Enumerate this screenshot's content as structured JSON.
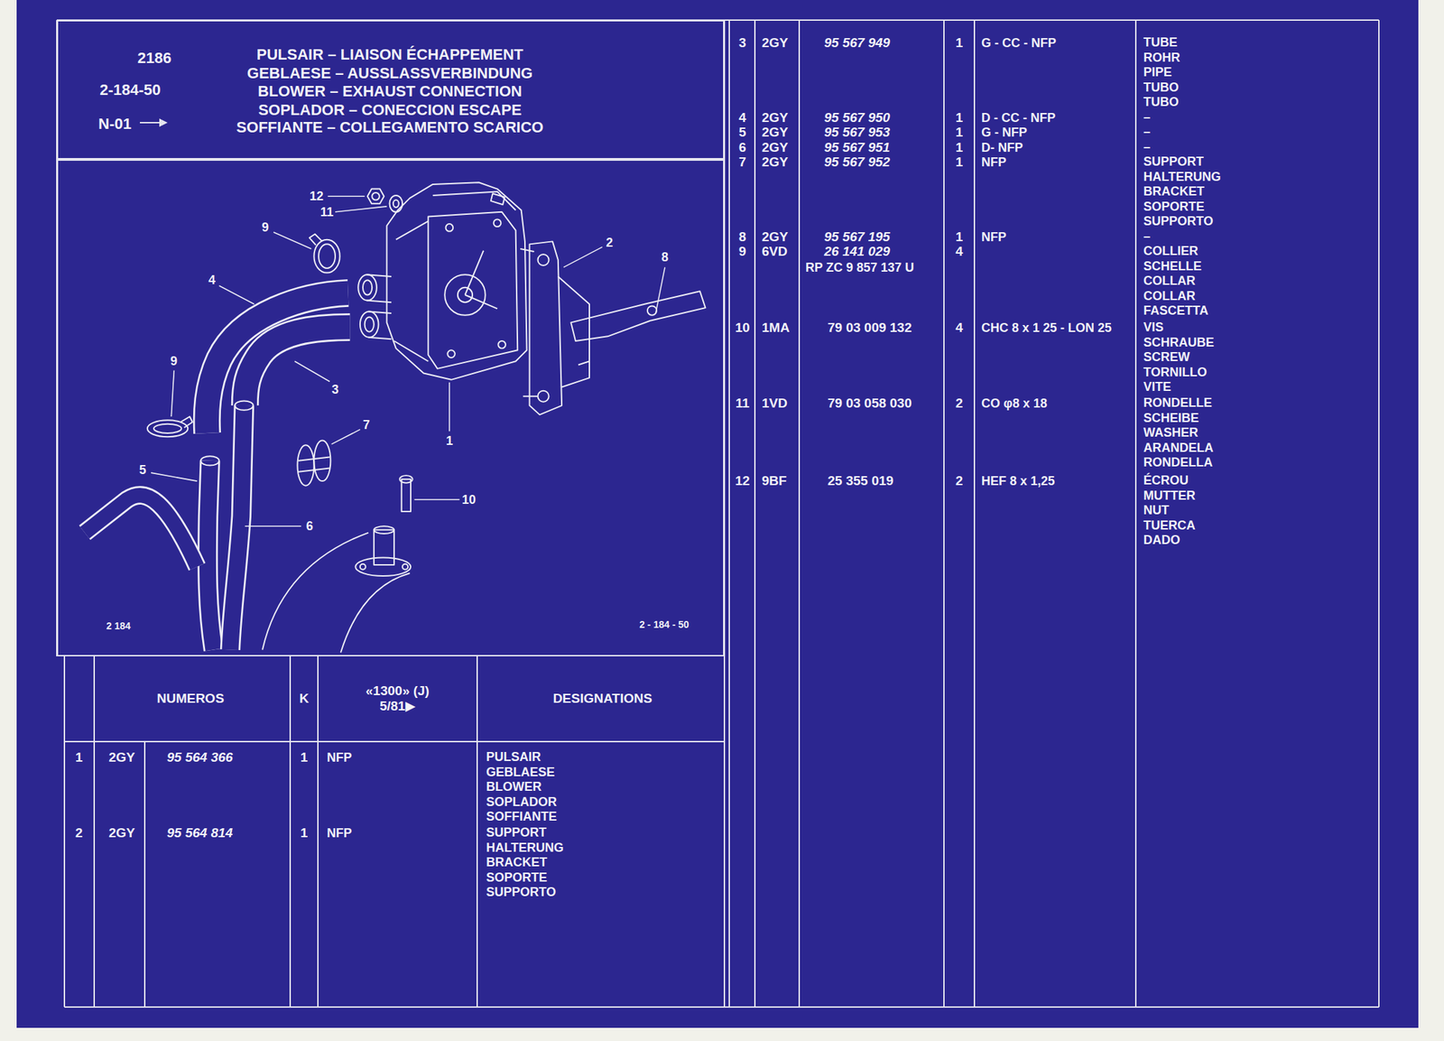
{
  "diagram": {
    "nodes": [
      {
        "text": [
          "2186",
          "2-184-50",
          "N-01",
          "PULSAIR – LIAISON ÉCHAPPEMENT",
          "GEBLAESE – AUSSLASSVERBINDUNG",
          "BLOWER – EXHAUST CONNECTION",
          "SOPLADOR – CONECCION ESCAPE",
          "SOFFIANTE – COLLEGAMENTO SCARICO"
        ]
      },
      {
        "text": [
          "2 184",
          "2 - 184 - 50"
        ]
      }
    ],
    "labels": [
      "12",
      "11",
      "9",
      "4",
      "2",
      "8",
      "9",
      "3",
      "1",
      "7",
      "5",
      "6",
      "10",
      "NUMEROS",
      "K",
      "«1300» (J) 5/81▶",
      "DESIGNATIONS",
      "1",
      "2GY",
      "95 564 366",
      "1",
      "NFP",
      "PULSAIR GEBLAESE BLOWER SOPLADOR SOFFIANTE",
      "2",
      "2GY",
      "95 564 814",
      "1",
      "NFP",
      "SUPPORT HALTERUNG BRACKET SOPORTE SUPPORTO",
      "3",
      "2GY",
      "95 567 949",
      "1",
      "G - CC - NFP",
      "TUBE ROHR PIPE TUBO TUBO",
      "4",
      "2GY",
      "95 567 950",
      "1",
      "D - CC - NFP",
      "–",
      "5",
      "2GY",
      "95 567 953",
      "1",
      "G - NFP",
      "–",
      "6",
      "2GY",
      "95 567 951",
      "1",
      "D- NFP",
      "–",
      "7",
      "2GY",
      "95 567 952",
      "1",
      "NFP",
      "SUPPORT HALTERUNG BRACKET SOPORTE SUPPORTO",
      "8",
      "2GY",
      "95 567 195",
      "1",
      "NFP",
      "–",
      "9",
      "6VD",
      "26 141 029",
      "RP ZC 9 857 137 U",
      "4",
      "COLLIER SCHELLE COLLAR COLLAR FASCETTA",
      "10",
      "1MA",
      "79 03 009 132",
      "4",
      "CHC 8 x 1 25 - LON 25",
      "VIS SCHRAUBE SCREW TORNILLO VITE",
      "11",
      "1VD",
      "79 03 058 030",
      "2",
      "CO φ8 x 18",
      "RONDELLE SCHEIBE WASHER ARANDELA RONDELLA",
      "12",
      "9BF",
      "25 355 019",
      "2",
      "HEF 8 x 1,25",
      "ÉCROU MUTTER NUT TUERCA DADO"
    ]
  }
}
